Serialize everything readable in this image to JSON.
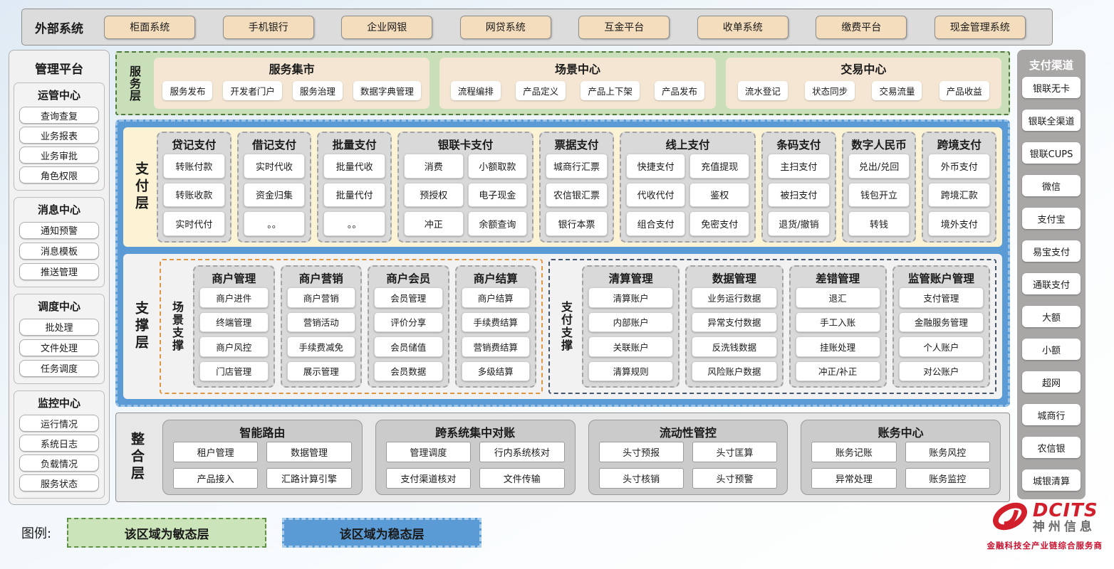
{
  "external": {
    "label": "外部系统",
    "systems": [
      "柜面系统",
      "手机银行",
      "企业网银",
      "网贷系统",
      "互金平台",
      "收单系统",
      "缴费平台",
      "现金管理系统"
    ]
  },
  "management": {
    "title": "管理平台",
    "groups": [
      {
        "title": "运管中心",
        "items": [
          "查询查复",
          "业务报表",
          "业务审批",
          "角色权限"
        ]
      },
      {
        "title": "消息中心",
        "items": [
          "通知预警",
          "消息模板",
          "推送管理"
        ]
      },
      {
        "title": "调度中心",
        "items": [
          "批处理",
          "文件处理",
          "任务调度"
        ]
      },
      {
        "title": "监控中心",
        "items": [
          "运行情况",
          "系统日志",
          "负载情况",
          "服务状态"
        ]
      }
    ]
  },
  "service_layer": {
    "label": "服务层",
    "centers": [
      {
        "title": "服务集市",
        "items": [
          "服务发布",
          "开发者门户",
          "服务治理",
          "数据字典管理"
        ]
      },
      {
        "title": "场景中心",
        "items": [
          "流程编排",
          "产品定义",
          "产品上下架",
          "产品发布"
        ]
      },
      {
        "title": "交易中心",
        "items": [
          "流水登记",
          "状态同步",
          "交易流量",
          "产品收益"
        ]
      }
    ]
  },
  "payment_layer": {
    "label": "支付层",
    "columns": [
      {
        "title": "贷记支付",
        "items": [
          "转账付款",
          "转账收款",
          "实时代付"
        ]
      },
      {
        "title": "借记支付",
        "items": [
          "实时代收",
          "资金归集",
          "。。"
        ]
      },
      {
        "title": "批量支付",
        "items": [
          "批量代收",
          "批量代付",
          "。。"
        ]
      },
      {
        "title": "银联卡支付",
        "items": [
          "消费",
          "小额取款",
          "预授权",
          "电子现金",
          "冲正",
          "余额查询"
        ]
      },
      {
        "title": "票据支付",
        "items": [
          "城商行汇票",
          "农信银汇票",
          "银行本票"
        ]
      },
      {
        "title": "线上支付",
        "items": [
          "快捷支付",
          "充值提现",
          "代收代付",
          "鉴权",
          "组合支付",
          "免密支付"
        ]
      },
      {
        "title": "条码支付",
        "items": [
          "主扫支付",
          "被扫支付",
          "退货/撤销"
        ]
      },
      {
        "title": "数字人民币",
        "items": [
          "兑出/兑回",
          "钱包开立",
          "转钱"
        ]
      },
      {
        "title": "跨境支付",
        "items": [
          "外币支付",
          "跨境汇款",
          "境外支付"
        ]
      }
    ]
  },
  "support_layer": {
    "label": "支撑层",
    "groups": [
      {
        "label": "场景支撑",
        "columns": [
          {
            "title": "商户管理",
            "items": [
              "商户进件",
              "终端管理",
              "商户风控",
              "门店管理"
            ]
          },
          {
            "title": "商户营销",
            "items": [
              "商户营销",
              "营销活动",
              "手续费减免",
              "展示管理"
            ]
          },
          {
            "title": "商户会员",
            "items": [
              "会员管理",
              "评价分享",
              "会员储值",
              "会员数据"
            ]
          },
          {
            "title": "商户结算",
            "items": [
              "商户结算",
              "手续费结算",
              "营销费结算",
              "多级结算"
            ]
          }
        ]
      },
      {
        "label": "支付支撑",
        "columns": [
          {
            "title": "清算管理",
            "items": [
              "清算账户",
              "内部账户",
              "关联账户",
              "清算规则"
            ]
          },
          {
            "title": "数据管理",
            "items": [
              "业务运行数据",
              "异常支付数据",
              "反洗钱数据",
              "风险账户数据"
            ]
          },
          {
            "title": "差错管理",
            "items": [
              "退汇",
              "手工入账",
              "挂账处理",
              "冲正/补正"
            ]
          },
          {
            "title": "监管账户管理",
            "items": [
              "支付管理",
              "金融服务管理",
              "个人账户",
              "对公账户"
            ]
          }
        ]
      }
    ]
  },
  "integration_layer": {
    "label": "整合层",
    "modules": [
      {
        "title": "智能路由",
        "items": [
          "租户管理",
          "数据管理",
          "产品接入",
          "汇路计算引擎"
        ]
      },
      {
        "title": "跨系统集中对账",
        "items": [
          "管理调度",
          "行内系统核对",
          "支付渠道核对",
          "文件传输"
        ]
      },
      {
        "title": "流动性管控",
        "items": [
          "头寸预报",
          "头寸匡算",
          "头寸核销",
          "头寸预警"
        ]
      },
      {
        "title": "账务中心",
        "items": [
          "账务记账",
          "账务风控",
          "异常处理",
          "账务监控"
        ]
      }
    ]
  },
  "channels": {
    "title": "支付渠道",
    "items": [
      "银联无卡",
      "银联全渠道",
      "银联CUPS",
      "微信",
      "支付宝",
      "易宝支付",
      "通联支付",
      "大额",
      "小额",
      "超网",
      "城商行",
      "农信银",
      "城银清算"
    ]
  },
  "legend": {
    "label": "图例:",
    "agile": "该区域为敏态层",
    "stable": "该区域为稳态层"
  },
  "logo": {
    "name": "DCITS",
    "cn": "神州信息",
    "tagline": "金融科技全产业链综合服务商"
  },
  "colors": {
    "agile_green": "#c9dfb9",
    "stable_blue": "#5b9bd5",
    "payment_yellow": "#fcf3d5",
    "external_tan": "#f4ddbc",
    "brand_red": "#d21f2c"
  }
}
